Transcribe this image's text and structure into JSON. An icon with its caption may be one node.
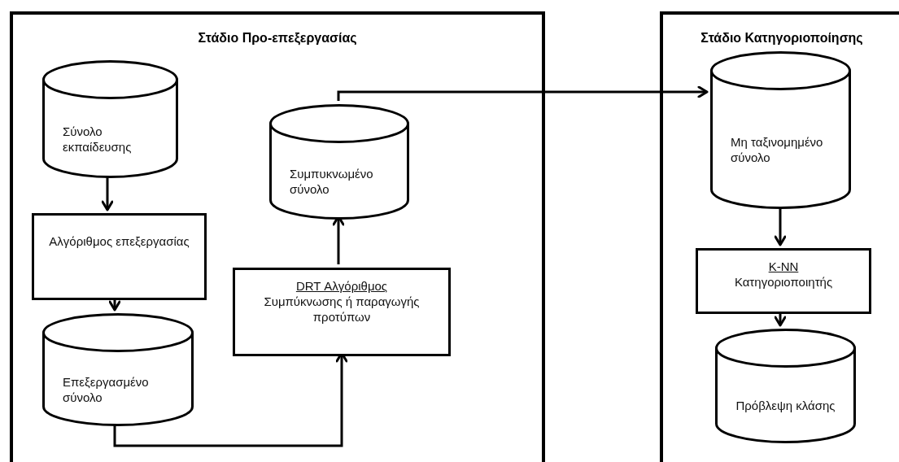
{
  "diagram": {
    "nodes": [
      {
        "text": [
          "Στάδιο Προ-επεξεργασίας"
        ]
      },
      {
        "text": [
          "Σύνολο εκπαίδευσης"
        ],
        "in": 0
      },
      {
        "text": [
          "Αλγόριθμος επεξεργασίας"
        ],
        "in": 0
      },
      {
        "text": [
          "Επεξεργασμένο σύνολο"
        ],
        "in": 0
      },
      {
        "text": [
          "DRT Αλγόριθμος",
          "Συμπύκνωσης ή παραγωγής προτύπων"
        ],
        "in": 0
      },
      {
        "text": [
          "Συμπυκνωμένο σύνολο"
        ],
        "in": 0
      },
      {
        "text": [
          "Στάδιο Κατηγοριοποίησης"
        ]
      },
      {
        "text": [
          "Μη ταξινομημένο σύνολο"
        ],
        "in": 6
      },
      {
        "text": [
          "K-NN",
          "Κατηγοριοποιητής"
        ],
        "in": 6
      },
      {
        "text": [
          "Πρόβλεψη κλάσης"
        ],
        "in": 6
      }
    ],
    "edges": [
      {
        "from": 1,
        "to": 2,
        "arrow": "to"
      },
      {
        "from": 2,
        "to": 3,
        "arrow": "to"
      },
      {
        "from": 3,
        "to": 4,
        "arrow": "to"
      },
      {
        "from": 4,
        "to": 5,
        "arrow": "to"
      },
      {
        "from": 5,
        "to": 7,
        "arrow": "to"
      },
      {
        "from": 7,
        "to": 8,
        "arrow": "to"
      },
      {
        "from": 8,
        "to": 9,
        "arrow": "to"
      }
    ]
  }
}
